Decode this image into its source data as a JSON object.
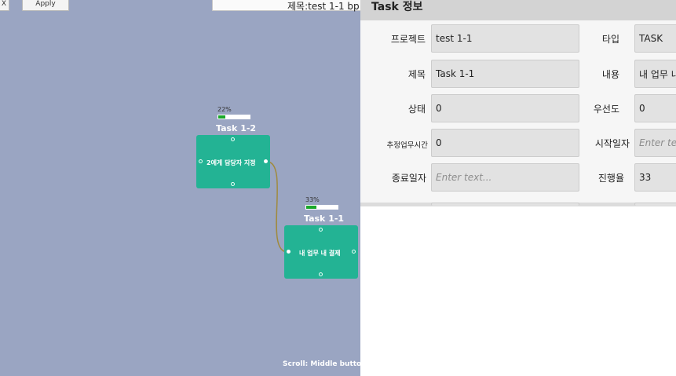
{
  "toolbar": {
    "close_label": "X",
    "apply_label": "Apply",
    "title_text": "제목:test 1-1 bp"
  },
  "graph": {
    "nodes": [
      {
        "title": "Task 1-2",
        "label": "2에게 담당자 지정",
        "progress_text": "22%",
        "progress": 0.22
      },
      {
        "title": "Task 1-1",
        "label": "내 업무 내 결제",
        "progress_text": "33%",
        "progress": 0.33
      }
    ],
    "scroll_hint": "Scroll: Middle butto"
  },
  "panel": {
    "title": "Task 정보",
    "fields": {
      "project_label": "프로젝트",
      "project_value": "test 1-1",
      "type_label": "타입",
      "type_value": "TASK",
      "subject_label": "제목",
      "subject_value": "Task 1-1",
      "content_label": "내용",
      "content_value": "내 업무 내",
      "status_label": "상태",
      "status_value": "0",
      "priority_label": "우선도",
      "priority_value": "0",
      "estimate_label": "추정업무시간",
      "estimate_value": "0",
      "start_label": "시작일자",
      "start_placeholder": "Enter te",
      "end_label": "종료일자",
      "end_placeholder": "Enter text...",
      "progress_label": "진행율",
      "progress_value": "33"
    }
  },
  "colors": {
    "canvas": "#9aa5c2",
    "node": "#23b394",
    "progress_fill": "#1aa82a",
    "edge": "#a08a3c"
  }
}
